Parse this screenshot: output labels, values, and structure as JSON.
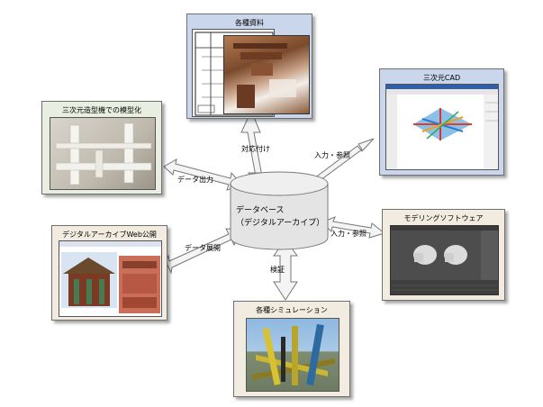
{
  "colors": {
    "blue_panel": "#c9d6eb",
    "beige_panel": "#f2ece0",
    "green_panel": "#e9efe0",
    "db_fill": "#e6e6e6",
    "arrow_fill": "#f4f4f4",
    "arrow_stroke": "#777777"
  },
  "database": {
    "line1": "データベース",
    "line2": "（デジタルアーカイブ）"
  },
  "panels": {
    "materials": {
      "title": "各種資料"
    },
    "cad": {
      "title": "三次元CAD"
    },
    "model3d": {
      "title": "三次元造型機での模型化"
    },
    "web": {
      "title": "デジタルアーカイブWeb公開"
    },
    "modeling": {
      "title": "モデリングソフトウェア"
    },
    "simulation": {
      "title": "各種シミュレーション"
    }
  },
  "arrows": {
    "correspondence": "対応付け",
    "io_top": "入力・参照",
    "data_output": "データ出力",
    "data_deploy": "データ展開",
    "io_right": "入力・参照",
    "verification": "検証"
  }
}
